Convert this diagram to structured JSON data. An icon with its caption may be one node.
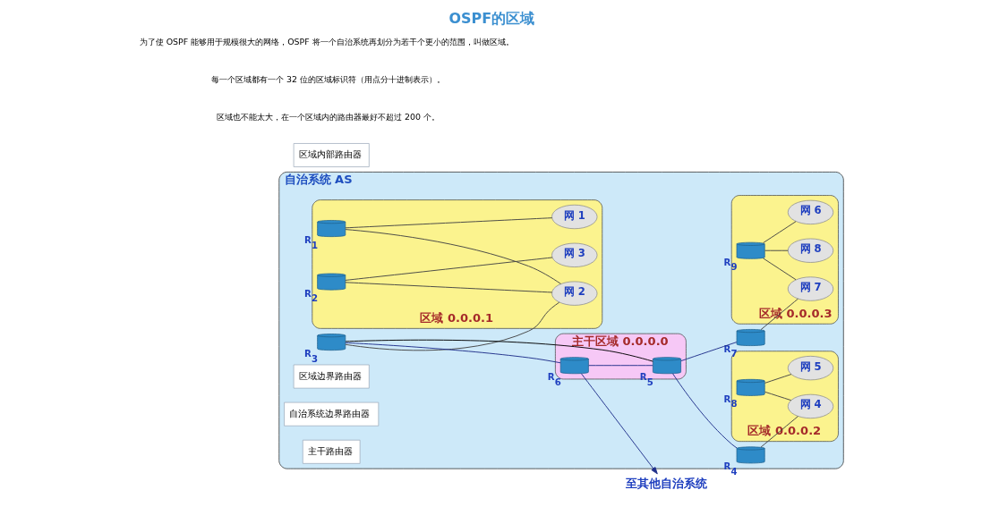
{
  "diagram": {
    "title": "OSPF的区域",
    "nodes": [
      {
        "text": [
          "自治系统 AS"
        ]
      },
      {
        "text": [
          "区域 0.0.0.1"
        ],
        "in": 0
      },
      {
        "text": [
          "主干区域 0.0.0.0"
        ],
        "in": 0
      },
      {
        "text": [
          "区域 0.0.0.2"
        ],
        "in": 0
      },
      {
        "text": [
          "区域 0.0.0.3"
        ],
        "in": 0
      },
      {
        "text": [],
        "shape": "cylinder",
        "beside": [
          "R$_{1}$"
        ],
        "in": 1
      },
      {
        "text": [],
        "shape": "cylinder",
        "beside": [
          "R$_{2}$"
        ],
        "in": 1
      },
      {
        "text": [],
        "shape": "cylinder",
        "beside": [
          "R$_{3}$"
        ],
        "in": 0
      },
      {
        "text": [],
        "shape": "cylinder",
        "beside": [
          "R$_{4}$"
        ],
        "in": 0
      },
      {
        "text": [],
        "shape": "cylinder",
        "beside": [
          "R$_{5}$"
        ],
        "in": 2
      },
      {
        "text": [],
        "shape": "cylinder",
        "beside": [
          "R$_{6}$"
        ],
        "in": 2
      },
      {
        "text": [],
        "shape": "cylinder",
        "beside": [
          "R$_{7}$"
        ],
        "in": 0
      },
      {
        "text": [],
        "shape": "cylinder",
        "beside": [
          "R$_{8}$"
        ],
        "in": 3
      },
      {
        "text": [],
        "shape": "cylinder",
        "beside": [
          "R$_{9}$"
        ],
        "in": 4
      },
      {
        "text": [
          "网 1"
        ],
        "in": 1
      },
      {
        "text": [
          "网 2"
        ],
        "in": 1
      },
      {
        "text": [
          "网 3"
        ],
        "in": 1
      },
      {
        "text": [
          "网 4"
        ],
        "in": 3
      },
      {
        "text": [
          "网 5"
        ],
        "in": 3
      },
      {
        "text": [
          "网 6"
        ],
        "in": 4
      },
      {
        "text": [
          "网 7"
        ],
        "in": 4
      },
      {
        "text": [
          "网 8"
        ],
        "in": 4
      },
      {
        "text": [
          "区域内部路由器"
        ]
      },
      {
        "text": [
          "区域边界路由器"
        ],
        "in": 0
      },
      {
        "text": [
          "自治系统边界路由器"
        ],
        "in": 0
      },
      {
        "text": [
          "主干路由器"
        ],
        "in": 0
      },
      {
        "text": [
          "至其他自治系统"
        ]
      }
    ],
    "edges": [
      {
        "from": 5,
        "to": 14,
        "arrow": "none"
      },
      {
        "from": 5,
        "to": 15,
        "arrow": "none"
      },
      {
        "from": 6,
        "to": 15,
        "arrow": "none"
      },
      {
        "from": 6,
        "to": 16,
        "arrow": "none"
      },
      {
        "from": 7,
        "to": 15,
        "arrow": "none"
      },
      {
        "from": 7,
        "to": 10,
        "arrow": "none",
        "color": "#1f2f8a"
      },
      {
        "from": 7,
        "to": 9,
        "arrow": "none",
        "color": "#000000"
      },
      {
        "from": 10,
        "to": 9,
        "arrow": "none",
        "color": "#1f2f8a"
      },
      {
        "from": 9,
        "to": 11,
        "arrow": "none",
        "color": "#1f2f8a"
      },
      {
        "from": 9,
        "to": 8,
        "arrow": "none",
        "color": "#1f2f8a"
      },
      {
        "from": 8,
        "to": 17,
        "arrow": "none"
      },
      {
        "from": 12,
        "to": 18,
        "arrow": "none"
      },
      {
        "from": 12,
        "to": 17,
        "arrow": "none"
      },
      {
        "from": 11,
        "to": 20,
        "arrow": "none"
      },
      {
        "from": 13,
        "to": 20,
        "arrow": "none"
      },
      {
        "from": 13,
        "to": 19,
        "arrow": "none"
      },
      {
        "from": 13,
        "to": 21,
        "arrow": "none"
      },
      {
        "from": 10,
        "to": 26,
        "arrow": "to",
        "color": "#1f2f8a"
      }
    ],
    "labels": [
      "为了使 OSPF 能够用于规模很大的网络，OSPF 将一个自治系统再划分为若干个更小的范围，叫做区域。",
      "每一个区域都有一个 32 位的区域标识符（用点分十进制表示）。",
      "区域也不能太大，在一个区域内的路由器最好不超过 200 个。"
    ]
  }
}
